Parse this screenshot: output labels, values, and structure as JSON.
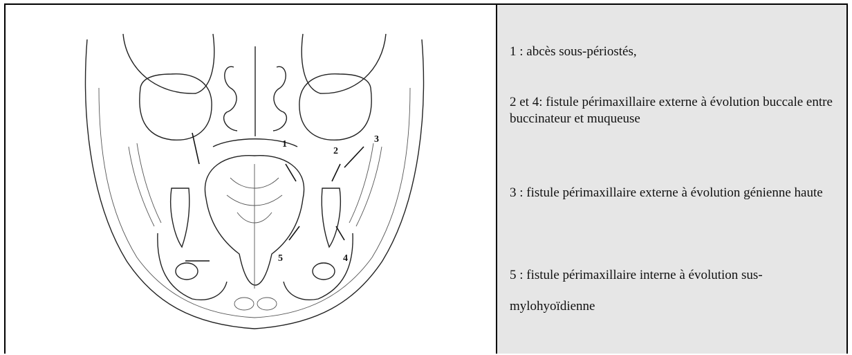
{
  "figure": {
    "icon": "jaw-cross-section-illustration",
    "labels": [
      "1",
      "2",
      "3",
      "4",
      "5"
    ]
  },
  "legend": {
    "items": [
      "1 : abcès sous-périostés,",
      "2 et 4: fistule périmaxillaire externe à évolution buccale entre buccinateur et muqueuse",
      "3 : fistule périmaxillaire externe à évolution génienne haute",
      "5 : fistule périmaxillaire interne à évolution sus-mylohyoïdienne"
    ]
  }
}
